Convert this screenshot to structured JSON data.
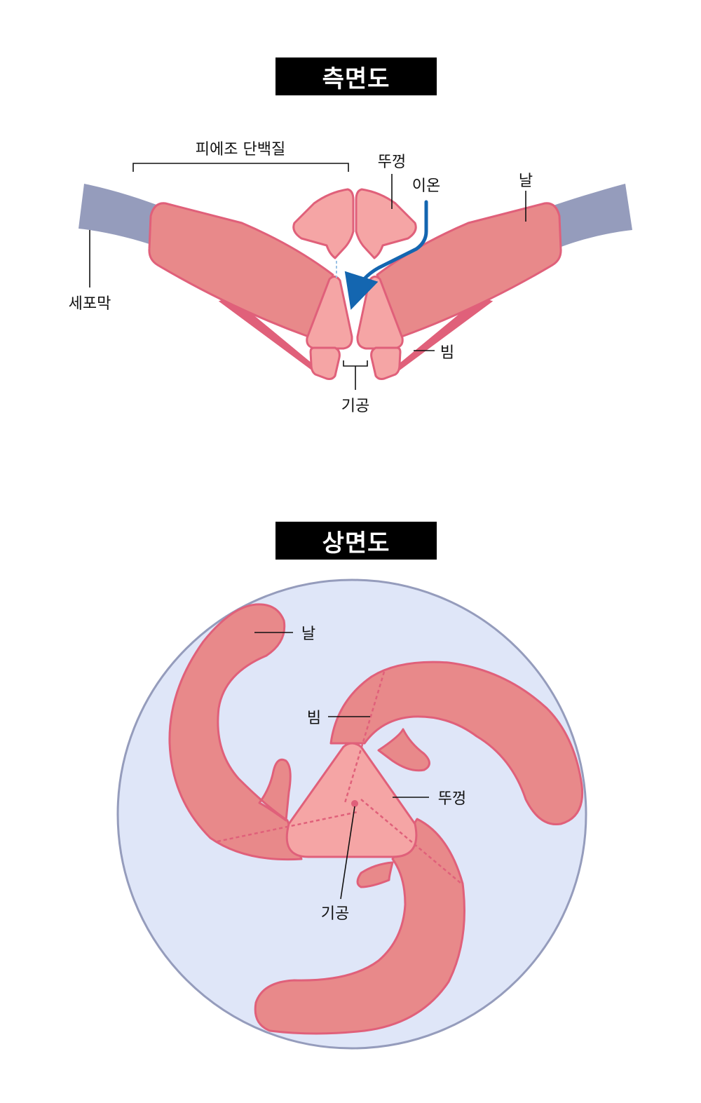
{
  "side_view": {
    "title": "측면도",
    "labels": {
      "piezo": "피에조 단백질",
      "cap": "뚜껑",
      "ion": "이온",
      "blade": "날",
      "membrane": "세포막",
      "beam": "빔",
      "pore": "기공"
    }
  },
  "top_view": {
    "title": "상면도",
    "labels": {
      "blade": "날",
      "beam": "빔",
      "cap": "뚜껑",
      "pore": "기공"
    }
  },
  "colors": {
    "blade_fill": "#E8898A",
    "blade_stroke": "#E0607A",
    "cap_fill": "#F5A5A5",
    "membrane": "#959CBC",
    "top_background": "#DFE6F8",
    "ion_arrow": "#1466B0"
  }
}
